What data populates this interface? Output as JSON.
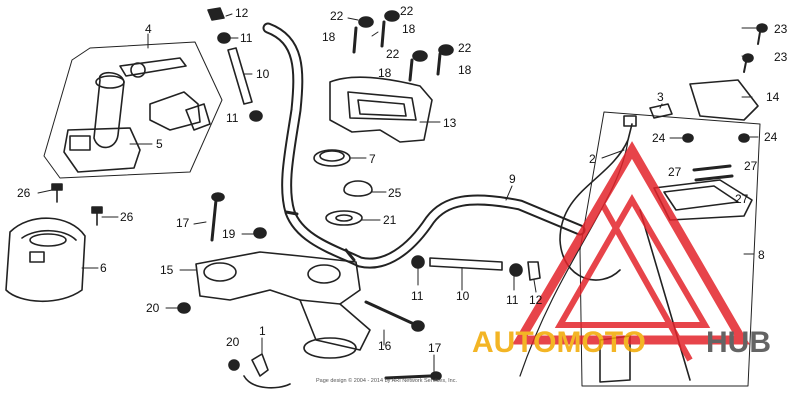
{
  "callouts": [
    {
      "id": "c12a",
      "text": "12"
    },
    {
      "id": "c4",
      "text": "4"
    },
    {
      "id": "c11a",
      "text": "11"
    },
    {
      "id": "c10a",
      "text": "10"
    },
    {
      "id": "c11b",
      "text": "11"
    },
    {
      "id": "c5",
      "text": "5"
    },
    {
      "id": "c26a",
      "text": "26"
    },
    {
      "id": "c26b",
      "text": "26"
    },
    {
      "id": "c6",
      "text": "6"
    },
    {
      "id": "c22a",
      "text": "22"
    },
    {
      "id": "c22b",
      "text": "22"
    },
    {
      "id": "c18a",
      "text": "18"
    },
    {
      "id": "c18b",
      "text": "18"
    },
    {
      "id": "c22c",
      "text": "22"
    },
    {
      "id": "c22d",
      "text": "22"
    },
    {
      "id": "c18c",
      "text": "18"
    },
    {
      "id": "c18d",
      "text": "18"
    },
    {
      "id": "c13",
      "text": "13"
    },
    {
      "id": "c7",
      "text": "7"
    },
    {
      "id": "c25",
      "text": "25"
    },
    {
      "id": "c21",
      "text": "21"
    },
    {
      "id": "c9",
      "text": "9"
    },
    {
      "id": "c17a",
      "text": "17"
    },
    {
      "id": "c19",
      "text": "19"
    },
    {
      "id": "c15",
      "text": "15"
    },
    {
      "id": "c20a",
      "text": "20"
    },
    {
      "id": "c16",
      "text": "16"
    },
    {
      "id": "c20b",
      "text": "20"
    },
    {
      "id": "c1",
      "text": "1"
    },
    {
      "id": "c17b",
      "text": "17"
    },
    {
      "id": "c11c",
      "text": "11"
    },
    {
      "id": "c10b",
      "text": "10"
    },
    {
      "id": "c11d",
      "text": "11"
    },
    {
      "id": "c12b",
      "text": "12"
    },
    {
      "id": "c2",
      "text": "2"
    },
    {
      "id": "c3",
      "text": "3"
    },
    {
      "id": "c23a",
      "text": "23"
    },
    {
      "id": "c23b",
      "text": "23"
    },
    {
      "id": "c14",
      "text": "14"
    },
    {
      "id": "c24a",
      "text": "24"
    },
    {
      "id": "c24b",
      "text": "24"
    },
    {
      "id": "c27a",
      "text": "27"
    },
    {
      "id": "c27b",
      "text": "27"
    },
    {
      "id": "c27c",
      "text": "27"
    },
    {
      "id": "c8",
      "text": "8"
    }
  ],
  "footer_text": "Page design © 2004 - 2014 by ARI Network Services, Inc.",
  "watermark": {
    "word_a": "AUTOMOTO",
    "word_b": "HUB",
    "color_a": "#f2a900",
    "color_b": "#4a4a4a",
    "triangle_color": "#e3242b"
  },
  "colors": {
    "line": "#222222",
    "text": "#111111"
  }
}
